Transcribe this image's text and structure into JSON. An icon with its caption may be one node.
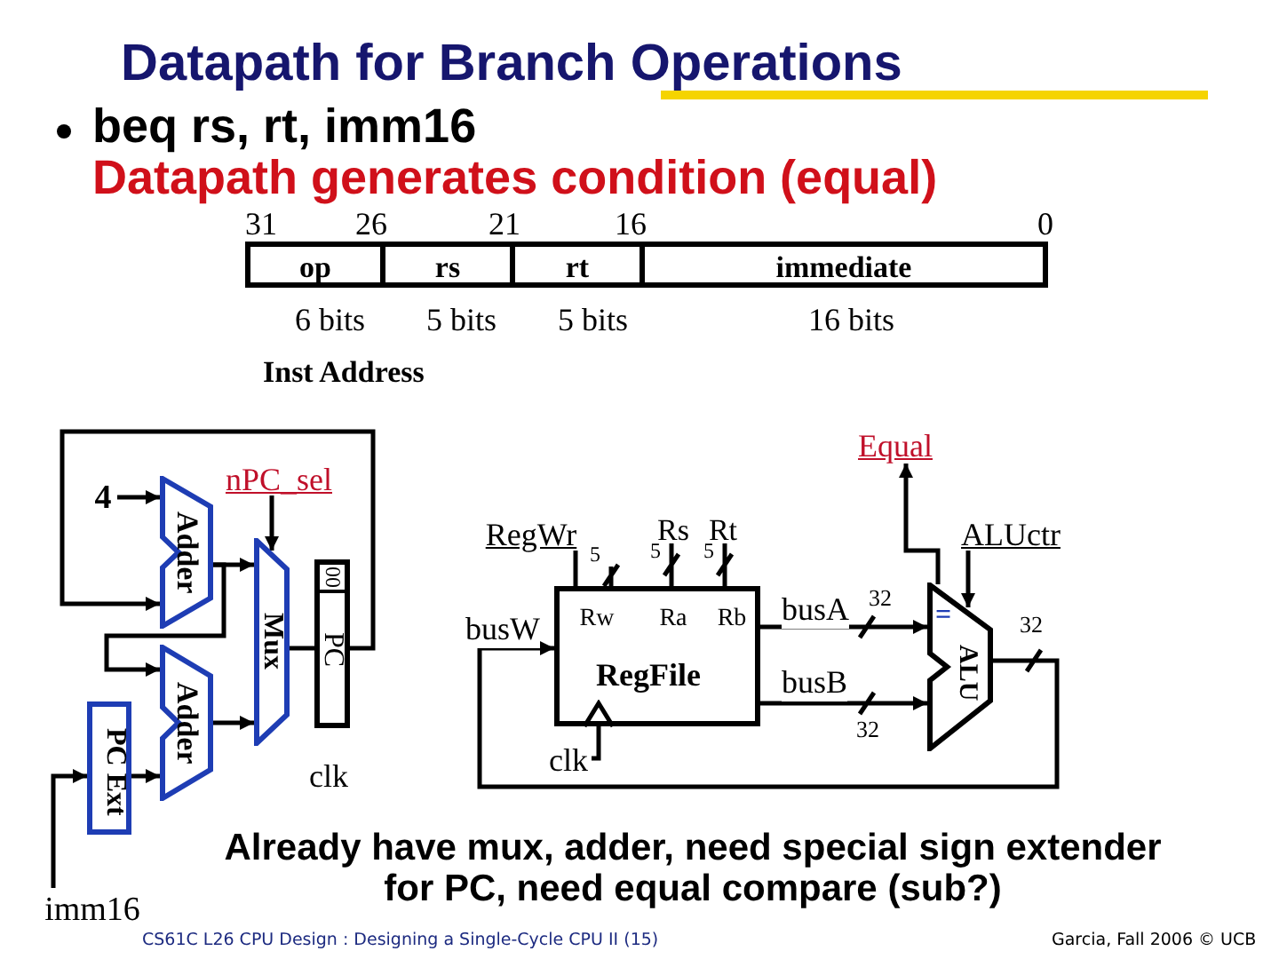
{
  "diagram": {
    "title": "Datapath for Branch Operations",
    "caption": "Already have mux, adder, need special sign extender for PC, need equal compare (sub?)",
    "nodes": [
      {
        "text": [
          "op"
        ]
      },
      {
        "text": [
          "rs"
        ]
      },
      {
        "text": [
          "rt"
        ]
      },
      {
        "text": [
          "immediate"
        ]
      },
      {
        "text": [
          "4"
        ]
      },
      {
        "text": [
          "Adder"
        ]
      },
      {
        "text": [
          "Adder"
        ]
      },
      {
        "text": [
          "PC Ext"
        ]
      },
      {
        "text": [
          "imm16"
        ]
      },
      {
        "text": [
          "nPC_sel"
        ]
      },
      {
        "text": [
          "Mux"
        ]
      },
      {
        "text": [
          "00",
          "PC"
        ]
      },
      {
        "text": [
          "RegWr"
        ]
      },
      {
        "text": [
          "Rs"
        ]
      },
      {
        "text": [
          "Rt"
        ]
      },
      {
        "text": [
          "Rw",
          "Ra",
          "Rb",
          "RegFile"
        ]
      },
      {
        "text": [
          "clk"
        ]
      },
      {
        "text": [
          "Equal"
        ]
      },
      {
        "text": [
          "ALUctr"
        ]
      },
      {
        "text": [
          "=",
          "ALU"
        ]
      }
    ],
    "edges": [
      {
        "from": 4,
        "to": 5,
        "arrow": "to"
      },
      {
        "from": 11,
        "to": 5,
        "arrow": "to"
      },
      {
        "from": 5,
        "to": 10,
        "arrow": "to"
      },
      {
        "from": 5,
        "to": 6,
        "arrow": "to"
      },
      {
        "from": 7,
        "to": 6,
        "arrow": "to"
      },
      {
        "from": 8,
        "to": 7,
        "arrow": "to"
      },
      {
        "from": 6,
        "to": 10,
        "arrow": "to"
      },
      {
        "from": 9,
        "to": 10,
        "arrow": "to"
      },
      {
        "from": 10,
        "to": 11,
        "arrow": "none"
      },
      {
        "from": 12,
        "to": 15,
        "arrow": "none"
      },
      {
        "from": null,
        "to": 15,
        "arrow": "none"
      },
      {
        "from": 13,
        "to": 15,
        "arrow": "none"
      },
      {
        "from": 14,
        "to": 15,
        "arrow": "none"
      },
      {
        "from": 15,
        "to": 19,
        "arrow": "to",
        "label": "busA"
      },
      {
        "from": 15,
        "to": 19,
        "arrow": "to",
        "label": "busB"
      },
      {
        "from": 19,
        "to": 15,
        "arrow": "to",
        "label": "busW"
      },
      {
        "from": 16,
        "to": 15,
        "arrow": "to"
      },
      {
        "from": 19,
        "to": 17,
        "arrow": "to"
      },
      {
        "from": 18,
        "to": 19,
        "arrow": "to"
      }
    ],
    "labels": [
      "beq rs, rt, imm16",
      "Datapath generates condition (equal)",
      "31",
      "26",
      "21",
      "16",
      "0",
      "6 bits",
      "5 bits",
      "5 bits",
      "16 bits",
      "Inst Address",
      "clk",
      "5",
      "5",
      "5",
      "32",
      "32",
      "32",
      "CS61C L26 CPU Design : Designing a Single-Cycle CPU II (15)",
      "Garcia, Fall 2006 © UCB"
    ]
  }
}
